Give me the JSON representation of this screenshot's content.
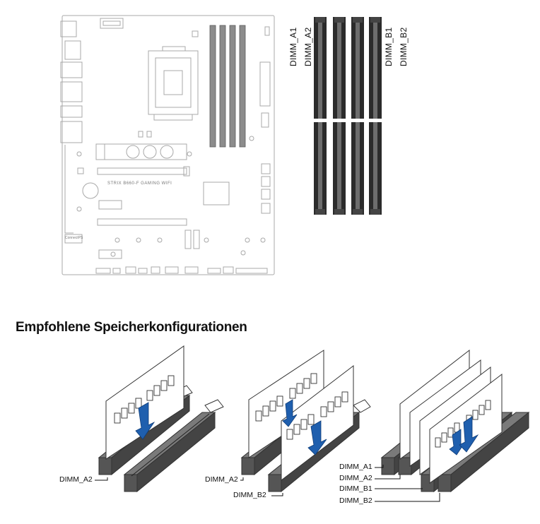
{
  "board": {
    "silkscreen": "STRIX B660-F GAMING WIFI",
    "io_label": "ConnectPS"
  },
  "slot_diagram": {
    "labels": [
      "DIMM_A1",
      "DIMM_A2",
      "DIMM_B1",
      "DIMM_B2"
    ]
  },
  "heading": "Empfohlene Speicherkonfigurationen",
  "configs": [
    {
      "labels": [
        "DIMM_A2"
      ]
    },
    {
      "labels": [
        "DIMM_A2",
        "DIMM_B2"
      ]
    },
    {
      "labels": [
        "DIMM_A1",
        "DIMM_A2",
        "DIMM_B1",
        "DIMM_B2"
      ]
    }
  ],
  "colors": {
    "slot_dark": "#2b2b2b",
    "slot_gray": "#7a7a7a",
    "arrow_blue": "#1f5fae",
    "outline": "#9a9a9a"
  }
}
